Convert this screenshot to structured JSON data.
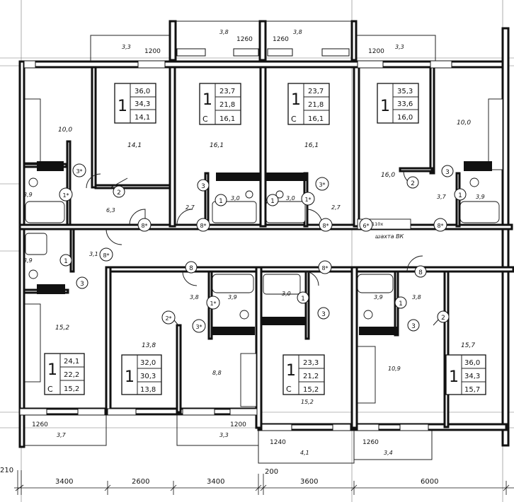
{
  "apartments": [
    {
      "id": "a1",
      "rooms": "1",
      "total": "36,0",
      "living_total": "34,3",
      "living": "14,1",
      "studio": ""
    },
    {
      "id": "a2",
      "rooms": "1",
      "total": "23,7",
      "living_total": "21,8",
      "living": "16,1",
      "studio": "С"
    },
    {
      "id": "a3",
      "rooms": "1",
      "total": "23,7",
      "living_total": "21,8",
      "living": "16,1",
      "studio": "С"
    },
    {
      "id": "a4",
      "rooms": "1",
      "total": "35,3",
      "living_total": "33,6",
      "living": "16,0",
      "studio": ""
    },
    {
      "id": "a5",
      "rooms": "1",
      "total": "24,1",
      "living_total": "22,2",
      "living": "15,2",
      "studio": "С"
    },
    {
      "id": "a6",
      "rooms": "1",
      "total": "32,0",
      "living_total": "30,3",
      "living": "13,8",
      "studio": ""
    },
    {
      "id": "a7",
      "rooms": "1",
      "total": "23,3",
      "living_total": "21,2",
      "living": "15,2",
      "studio": "С"
    },
    {
      "id": "a8",
      "rooms": "1",
      "total": "36,0",
      "living_total": "34,3",
      "living": "15,7",
      "studio": ""
    }
  ],
  "room_areas": {
    "r1": "10,0",
    "r2": "14,1",
    "r3": "16,1",
    "r4": "16,1",
    "r5": "16,0",
    "r6": "10,0",
    "r7": "3,9",
    "r8": "6,3",
    "r9": "2,7",
    "r10": "3,0",
    "r11": "3,0",
    "r12": "2,7",
    "r13": "3,7",
    "r14": "3,9",
    "r15": "3,9",
    "r16": "3,1",
    "r17": "15,2",
    "r18": "13,8",
    "r19": "3,8",
    "r20": "3,9",
    "r21": "8,8",
    "r22": "3,0",
    "r23": "15,2",
    "r24": "3,9",
    "r25": "3,8",
    "r26": "10,9",
    "r27": "15,7"
  },
  "balcony_areas": {
    "b1": "3,3",
    "b2": "3,8",
    "b3": "3,8",
    "b4": "3,3",
    "b5": "3,7",
    "b6": "3,3",
    "b7": "4,1",
    "b8": "3,4"
  },
  "window_widths": {
    "w1": "1200",
    "w2": "1260",
    "w3": "1260",
    "w4": "1200",
    "w5": "1260",
    "w6": "1200",
    "w7": "1240",
    "w8": "1260"
  },
  "markers": {
    "m1": "1",
    "m2": "2",
    "m3": "3*",
    "m4": "1*",
    "m5": "3",
    "m6": "1",
    "m7": "8*",
    "m8": "3",
    "m9": "1",
    "m10": "8*",
    "m11": "3*",
    "m12": "1*",
    "m13": "8*",
    "m14": "2",
    "m15": "3",
    "m16": "1",
    "m17": "6*",
    "m18": "8*",
    "m19": "1",
    "m20": "3",
    "m21": "8*",
    "m22": "8",
    "m23": "2*",
    "m24": "1*",
    "m25": "3*",
    "m26": "8*",
    "m27": "1",
    "m28": "3",
    "m29": "1",
    "m30": "3",
    "m31": "8",
    "m32": "2",
    "m33": "1"
  },
  "shaft_label": "шахта ВК",
  "shaft_size": "110х",
  "dimensions": {
    "d0": "210",
    "d1": "3400",
    "d2": "2600",
    "d3": "3400",
    "d4": "200",
    "d5": "3600",
    "d6": "6000"
  }
}
